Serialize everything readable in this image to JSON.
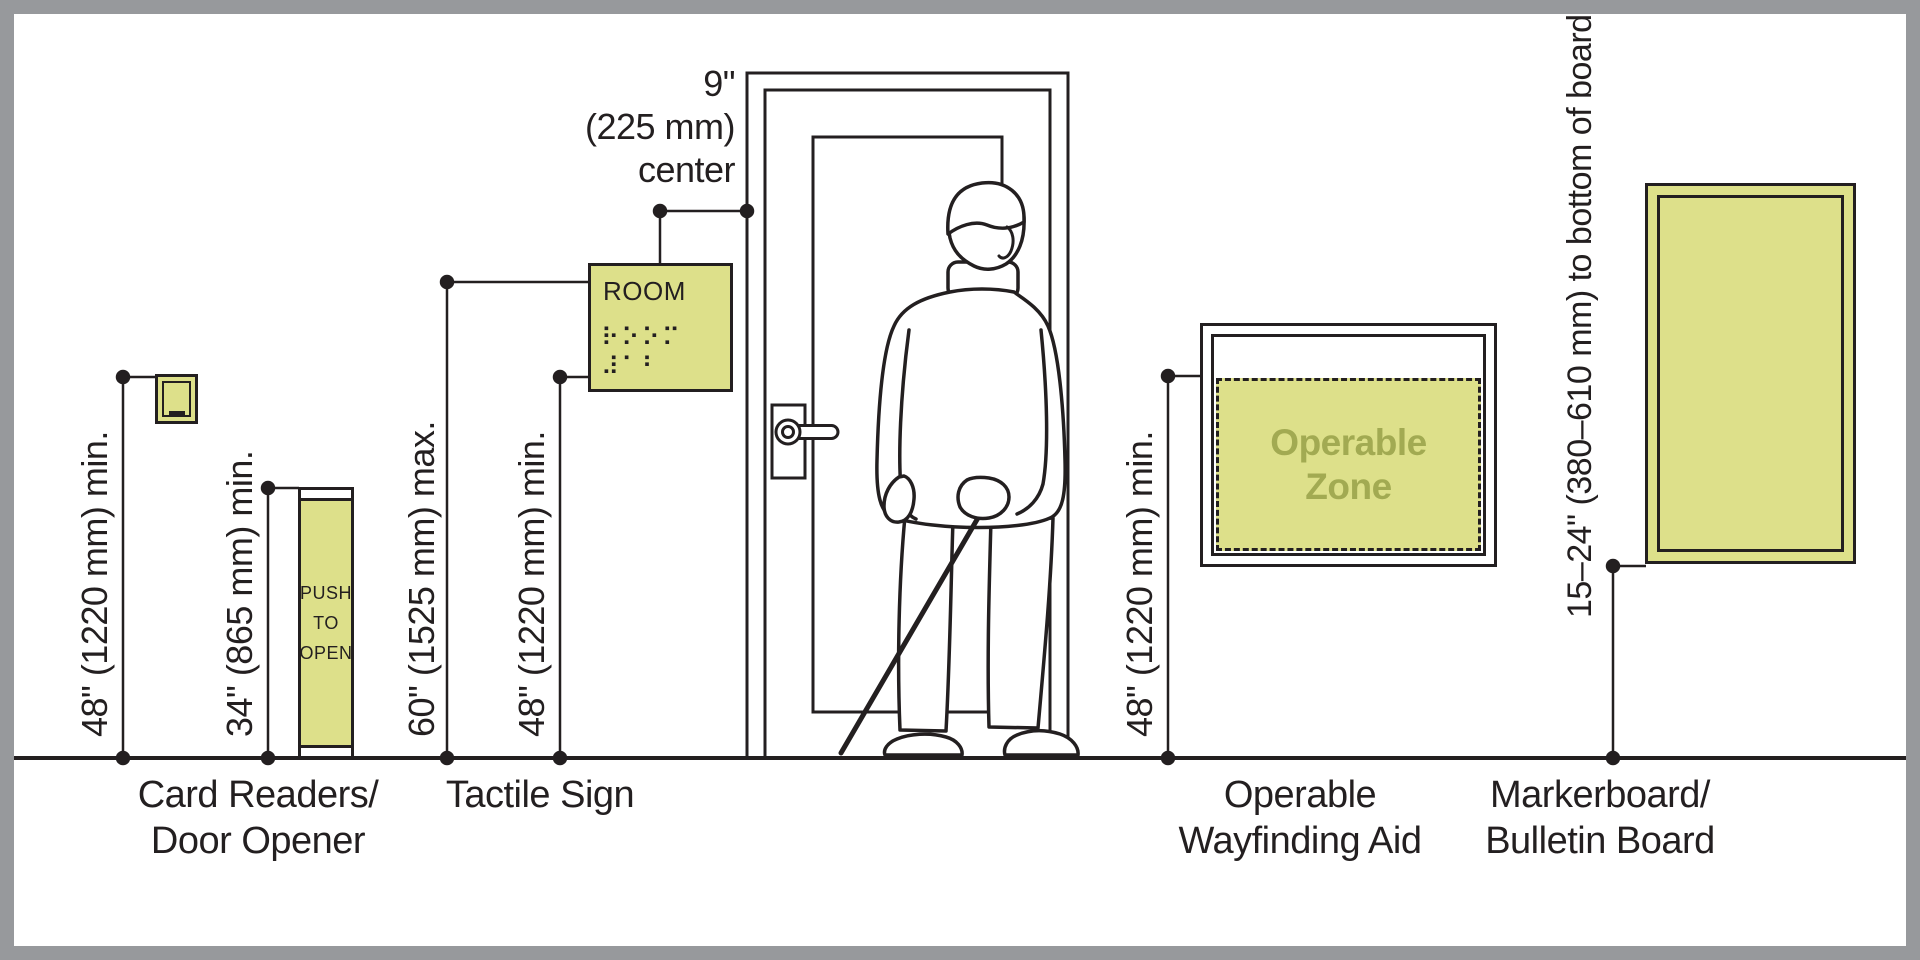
{
  "colors": {
    "panel_fill": "#dde08a",
    "line": "#231f20",
    "zone_text": "#a2aa52",
    "frame": "#97999c"
  },
  "dimensions": {
    "card_reader_height": "48\" (1220 mm) min.",
    "door_opener_height": "34\" (865 mm) min.",
    "tactile_sign_max": "60\" (1525 mm) max.",
    "tactile_sign_min": "48\" (1220 mm) min.",
    "sign_center_offset": "9\"\n(225 mm)\ncenter",
    "wayfinding_min": "48\" (1220 mm) min.",
    "markerboard_range": "15–24\" (380–610 mm) to bottom of board"
  },
  "items": {
    "door_opener_button": "PUSH\nTO\nOPEN",
    "tactile_sign_text": "ROOM",
    "tactile_sign_braille": "⠗⠕⠕⠍ ⠼⠁⠃",
    "wayfinding_zone": "Operable\nZone"
  },
  "labels": {
    "card_readers": "Card Readers/\nDoor Opener",
    "tactile_sign": "Tactile Sign",
    "wayfinding": "Operable\nWayfinding Aid",
    "markerboard": "Markerboard/\nBulletin Board"
  }
}
